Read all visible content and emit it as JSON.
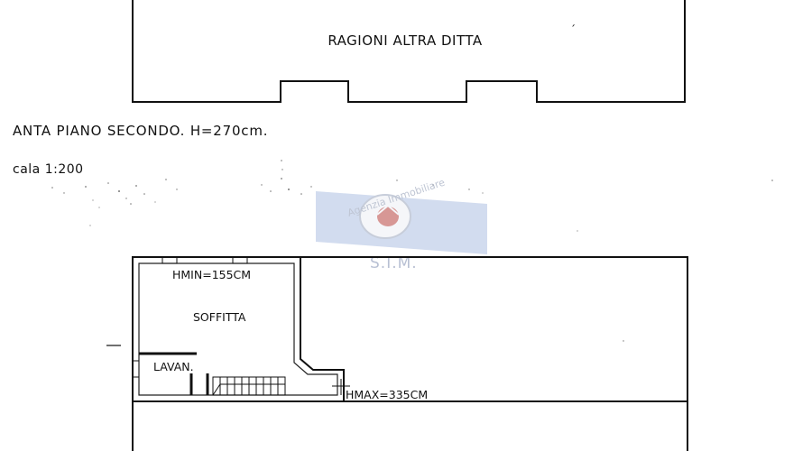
{
  "plan": {
    "upper_room_label": "RAGIONI ALTRA DITTA",
    "floor_caption": "ANTA PIANO SECONDO. H=270cm.",
    "scale_caption": "cala 1:200",
    "attic_label": "SOFFITTA",
    "laundry_label": "LAVAN.",
    "hmin_label": "HMIN=155CM",
    "hmax_label": "HMAX=335CM"
  },
  "watermark": {
    "agency_text": "Agenzia Immobiliare",
    "brand_text": "S.I.M.",
    "colors": {
      "blue": "#5b7fc4",
      "red": "#b0302c",
      "gray": "#9aa6bd"
    }
  }
}
